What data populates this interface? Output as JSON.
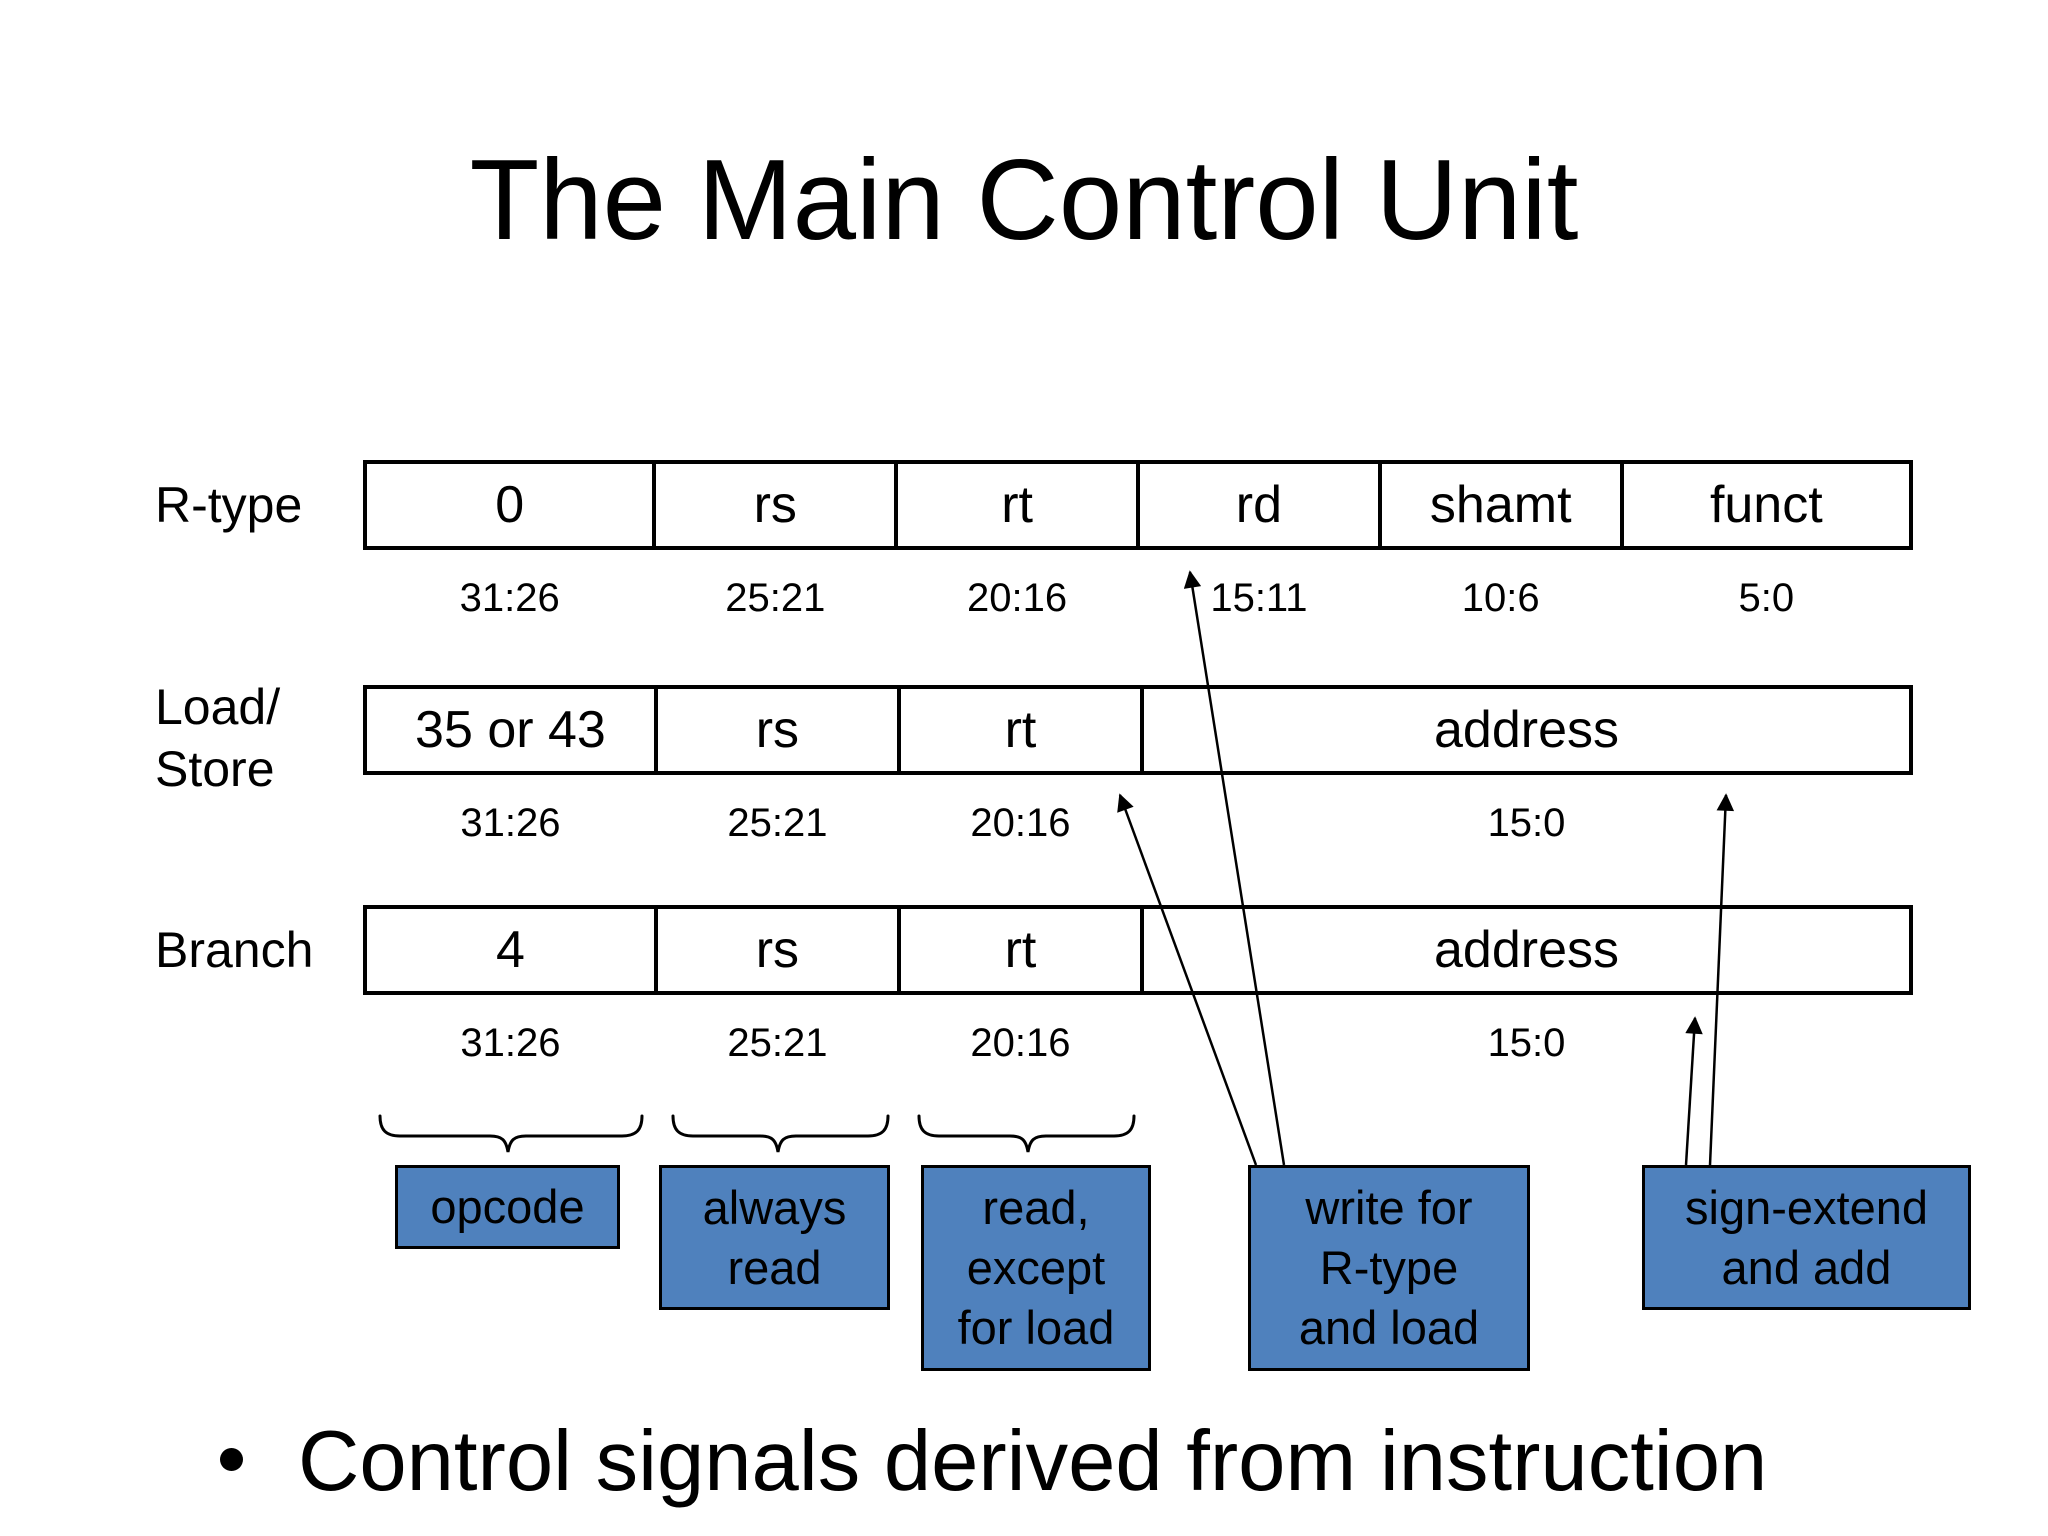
{
  "slide": {
    "title": "The Main Control Unit",
    "bullet": {
      "marker": "•",
      "text": "Control signals derived from instruction"
    }
  },
  "diagram": {
    "rows": [
      {
        "label": "R-type",
        "fields": [
          {
            "value": "0",
            "bits": "31:26"
          },
          {
            "value": "rs",
            "bits": "25:21"
          },
          {
            "value": "rt",
            "bits": "20:16"
          },
          {
            "value": "rd",
            "bits": "15:11"
          },
          {
            "value": "shamt",
            "bits": "10:6"
          },
          {
            "value": "funct",
            "bits": "5:0"
          }
        ]
      },
      {
        "label": "Load/\nStore",
        "fields": [
          {
            "value": "35 or 43",
            "bits": "31:26"
          },
          {
            "value": "rs",
            "bits": "25:21"
          },
          {
            "value": "rt",
            "bits": "20:16"
          },
          {
            "value": "address",
            "bits": "15:0"
          }
        ]
      },
      {
        "label": "Branch",
        "fields": [
          {
            "value": "4",
            "bits": "31:26"
          },
          {
            "value": "rs",
            "bits": "25:21"
          },
          {
            "value": "rt",
            "bits": "20:16"
          },
          {
            "value": "address",
            "bits": "15:0"
          }
        ]
      }
    ],
    "callouts": [
      {
        "text": "opcode"
      },
      {
        "text": "always\nread"
      },
      {
        "text": "read,\nexcept\nfor load"
      },
      {
        "text": "write for\nR-type\nand load"
      },
      {
        "text": "sign-extend\nand add"
      }
    ]
  },
  "colors": {
    "callout_fill": "#4F81BD",
    "callout_border": "#000000",
    "line_color": "#000000",
    "text_color": "#000000",
    "background": "#FFFFFF"
  }
}
